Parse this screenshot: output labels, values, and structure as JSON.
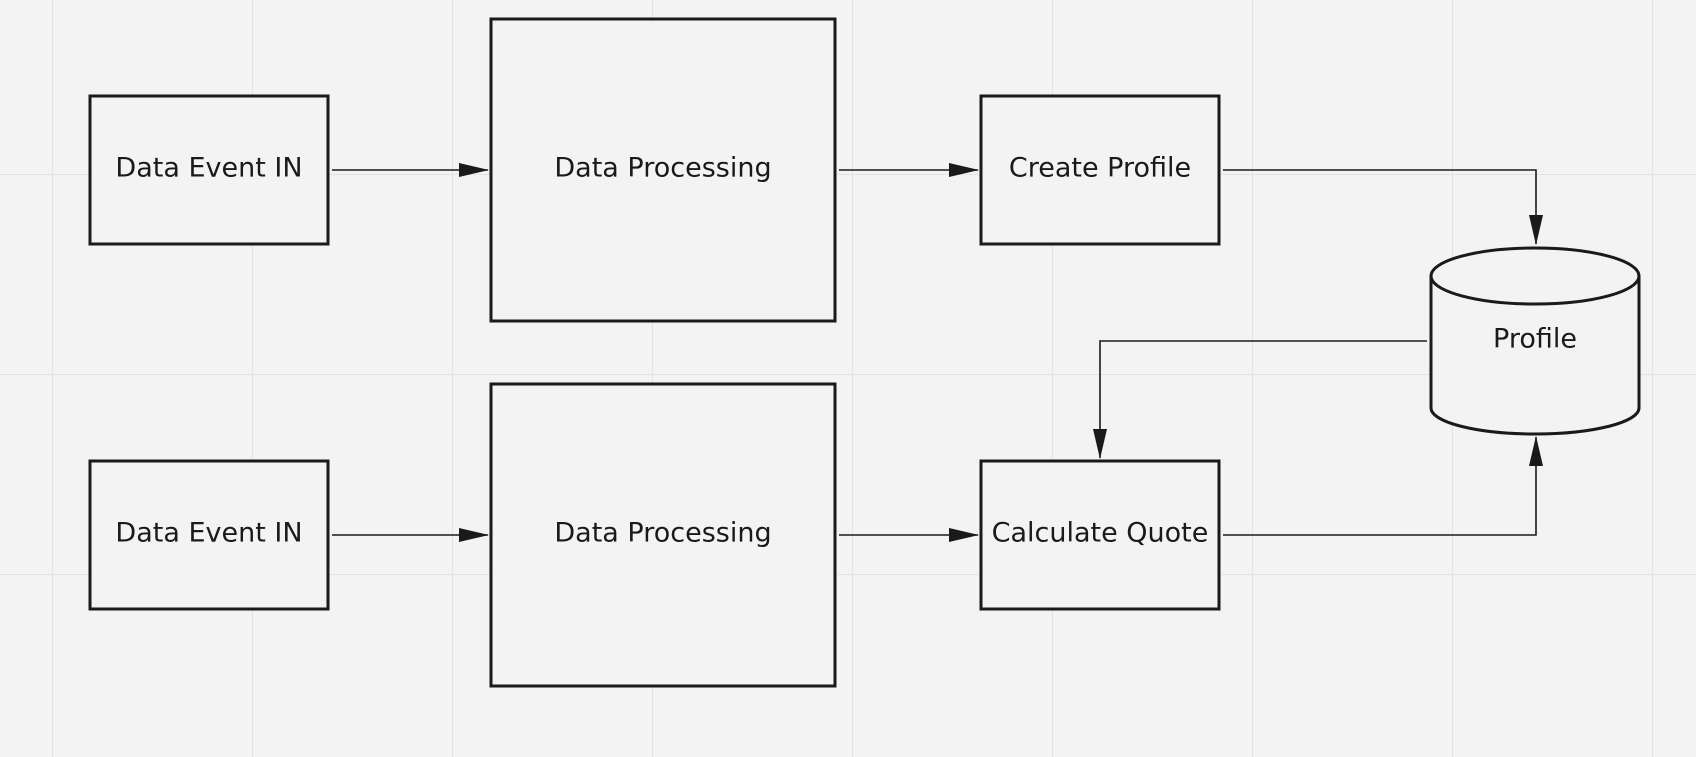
{
  "diagram": {
    "nodes": {
      "event_in_top": "Data Event IN",
      "processing_top": "Data Processing",
      "create_profile": "Create Profile",
      "event_in_bottom": "Data Event IN",
      "processing_bottom": "Data Processing",
      "calculate_quote": "Calculate Quote",
      "profile_store": "Profile"
    },
    "edges": [
      {
        "from": "Data Event IN",
        "to": "Data Processing"
      },
      {
        "from": "Data Processing",
        "to": "Create Profile"
      },
      {
        "from": "Create Profile",
        "to": "Profile"
      },
      {
        "from": "Data Event IN",
        "to": "Data Processing"
      },
      {
        "from": "Data Processing",
        "to": "Calculate Quote"
      },
      {
        "from": "Calculate Quote",
        "to": "Profile"
      },
      {
        "from": "Profile",
        "to": "Calculate Quote"
      }
    ],
    "colors": {
      "background": "#f3f3f3",
      "grid": "#e3e3e3",
      "stroke": "#1a1a1a"
    }
  }
}
